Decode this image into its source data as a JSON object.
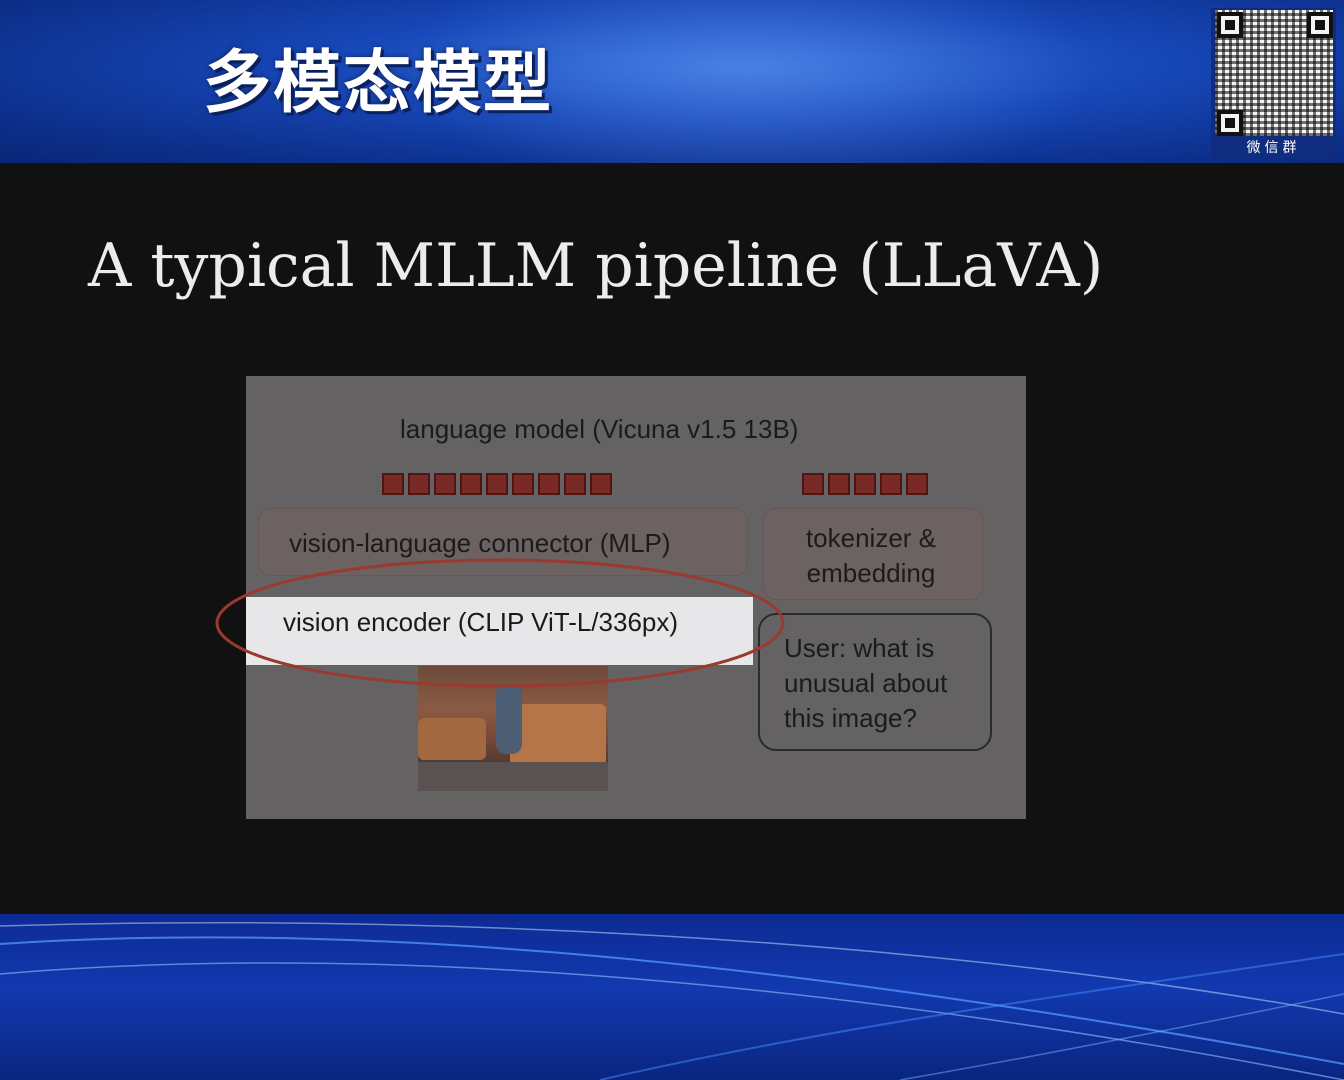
{
  "banner": {
    "title": "多模态模型",
    "qr_caption": "微信群"
  },
  "slide": {
    "title": "A typical MLLM pipeline (LLaVA)"
  },
  "diagram": {
    "language_model_label": "language model (Vicuna v1.5 13B)",
    "connector_label": "vision-language connector (MLP)",
    "tokenizer_label": "tokenizer & embedding",
    "encoder_label": "vision encoder (CLIP ViT-L/336px)",
    "prompt_text": "User: what is unusual about this image?",
    "image_token_count": 9,
    "text_token_count": 5,
    "token_color": "#7a2a25",
    "highlight_color": "#9a3a2e"
  },
  "colors": {
    "banner_blue": "#1747b8",
    "slide_bg": "#111111",
    "panel_bg": "#646262",
    "encoder_bg": "#e7e7e9"
  }
}
